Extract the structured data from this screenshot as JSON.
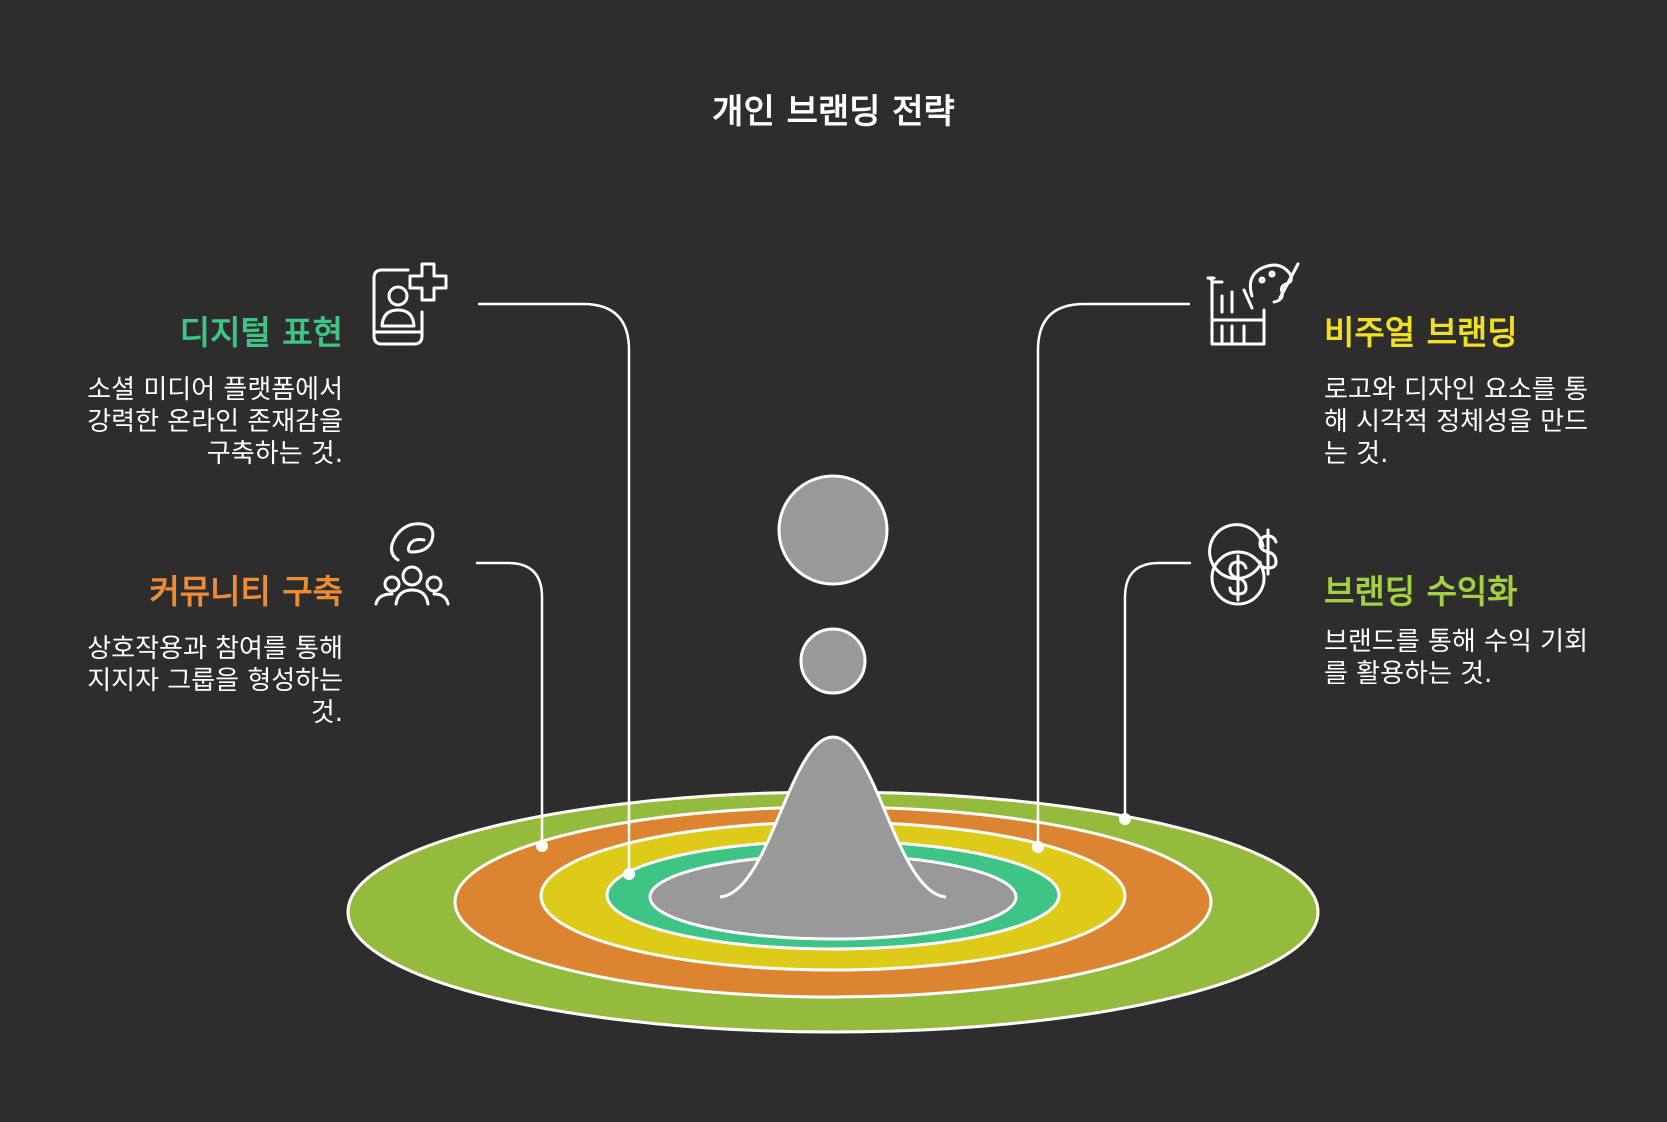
{
  "title": "개인 브랜딩 전략",
  "colors": {
    "background": "#2d2d2d",
    "ring_outer": "#95bb3c",
    "ring_second": "#dd8431",
    "ring_third": "#decb19",
    "ring_inner": "#3ec484",
    "center": "#999999"
  },
  "items": [
    {
      "heading": "디지털 표현",
      "description": "소셜 미디어 플랫폼에서 강력한 온라인 존재감을 구축하는 것.",
      "color": "#3ec484",
      "icon": "profile-plus-icon"
    },
    {
      "heading": "커뮤니티 구축",
      "description": "상호작용과 참여를 통해 지지자 그룹을 형성하는 것.",
      "color": "#ec8d36",
      "icon": "community-hand-icon"
    },
    {
      "heading": "비주얼 브랜딩",
      "description": "로고와 디자인 요소를 통해 시각적 정체성을 만드는 것.",
      "color": "#f1df22",
      "icon": "palette-store-icon"
    },
    {
      "heading": "브랜딩 수익화",
      "description": "브랜드를 통해 수익 기회를 활용하는 것.",
      "color": "#a1d143",
      "icon": "dollar-coins-icon"
    }
  ]
}
